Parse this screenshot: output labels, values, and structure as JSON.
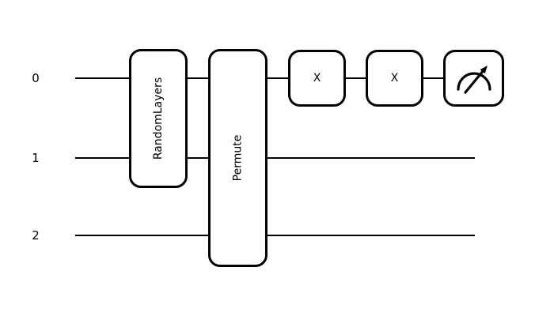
{
  "colors": {
    "stroke": "#000000",
    "background": "#ffffff",
    "gate_fill": "#ffffff"
  },
  "circuit": {
    "type": "quantum-circuit",
    "wires": [
      {
        "label": "0"
      },
      {
        "label": "1"
      },
      {
        "label": "2"
      }
    ],
    "gates": [
      {
        "label": "RandomLayers",
        "wires": "0-1",
        "orientation": "vertical-text"
      },
      {
        "label": "Permute",
        "wires": "0-2",
        "orientation": "vertical-text"
      },
      {
        "label": "X",
        "wires": "0",
        "orientation": "horizontal-text"
      },
      {
        "label": "X",
        "wires": "0",
        "orientation": "horizontal-text"
      },
      {
        "label": "measure-icon",
        "wires": "0",
        "orientation": "icon"
      }
    ]
  }
}
